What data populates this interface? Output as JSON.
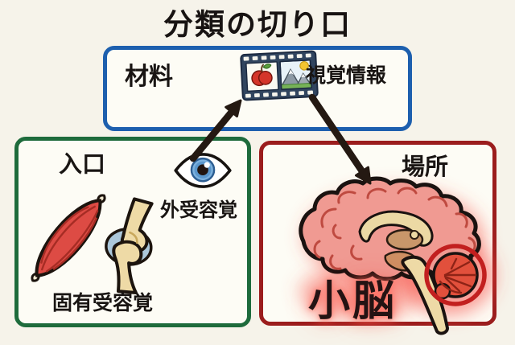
{
  "title": "分類の切り口",
  "boxes": {
    "material": {
      "label": "材料",
      "item_label": "視覚情報",
      "item_icon": "film-strip-icon"
    },
    "entrance": {
      "label": "入口",
      "exteroception_label": "外受容覚",
      "exteroception_icon": "eye-icon",
      "proprioception_label": "固有受容覚",
      "proprioception_icons": [
        "muscle-icon",
        "joint-icon"
      ]
    },
    "location": {
      "label": "場所",
      "item_label": "小脳",
      "item_icon": "brain-icon",
      "highlight": "cerebellum circled in red with red glow"
    }
  },
  "arrows": [
    {
      "name": "exteroception-to-visual-info-arrow",
      "direction": "up-right"
    },
    {
      "name": "visual-info-to-cerebellum-arrow",
      "direction": "down-right"
    }
  ],
  "colors": {
    "background": "#f6f3ea",
    "box_fill": "#fdfcf5",
    "material_border": "#1d5fae",
    "entrance_border": "#1e6b3c",
    "location_border": "#9b1d1d",
    "arrow": "#241912",
    "cerebellum_ring": "#c21f1f",
    "glow": "#ff5a50",
    "text": "#191513"
  }
}
